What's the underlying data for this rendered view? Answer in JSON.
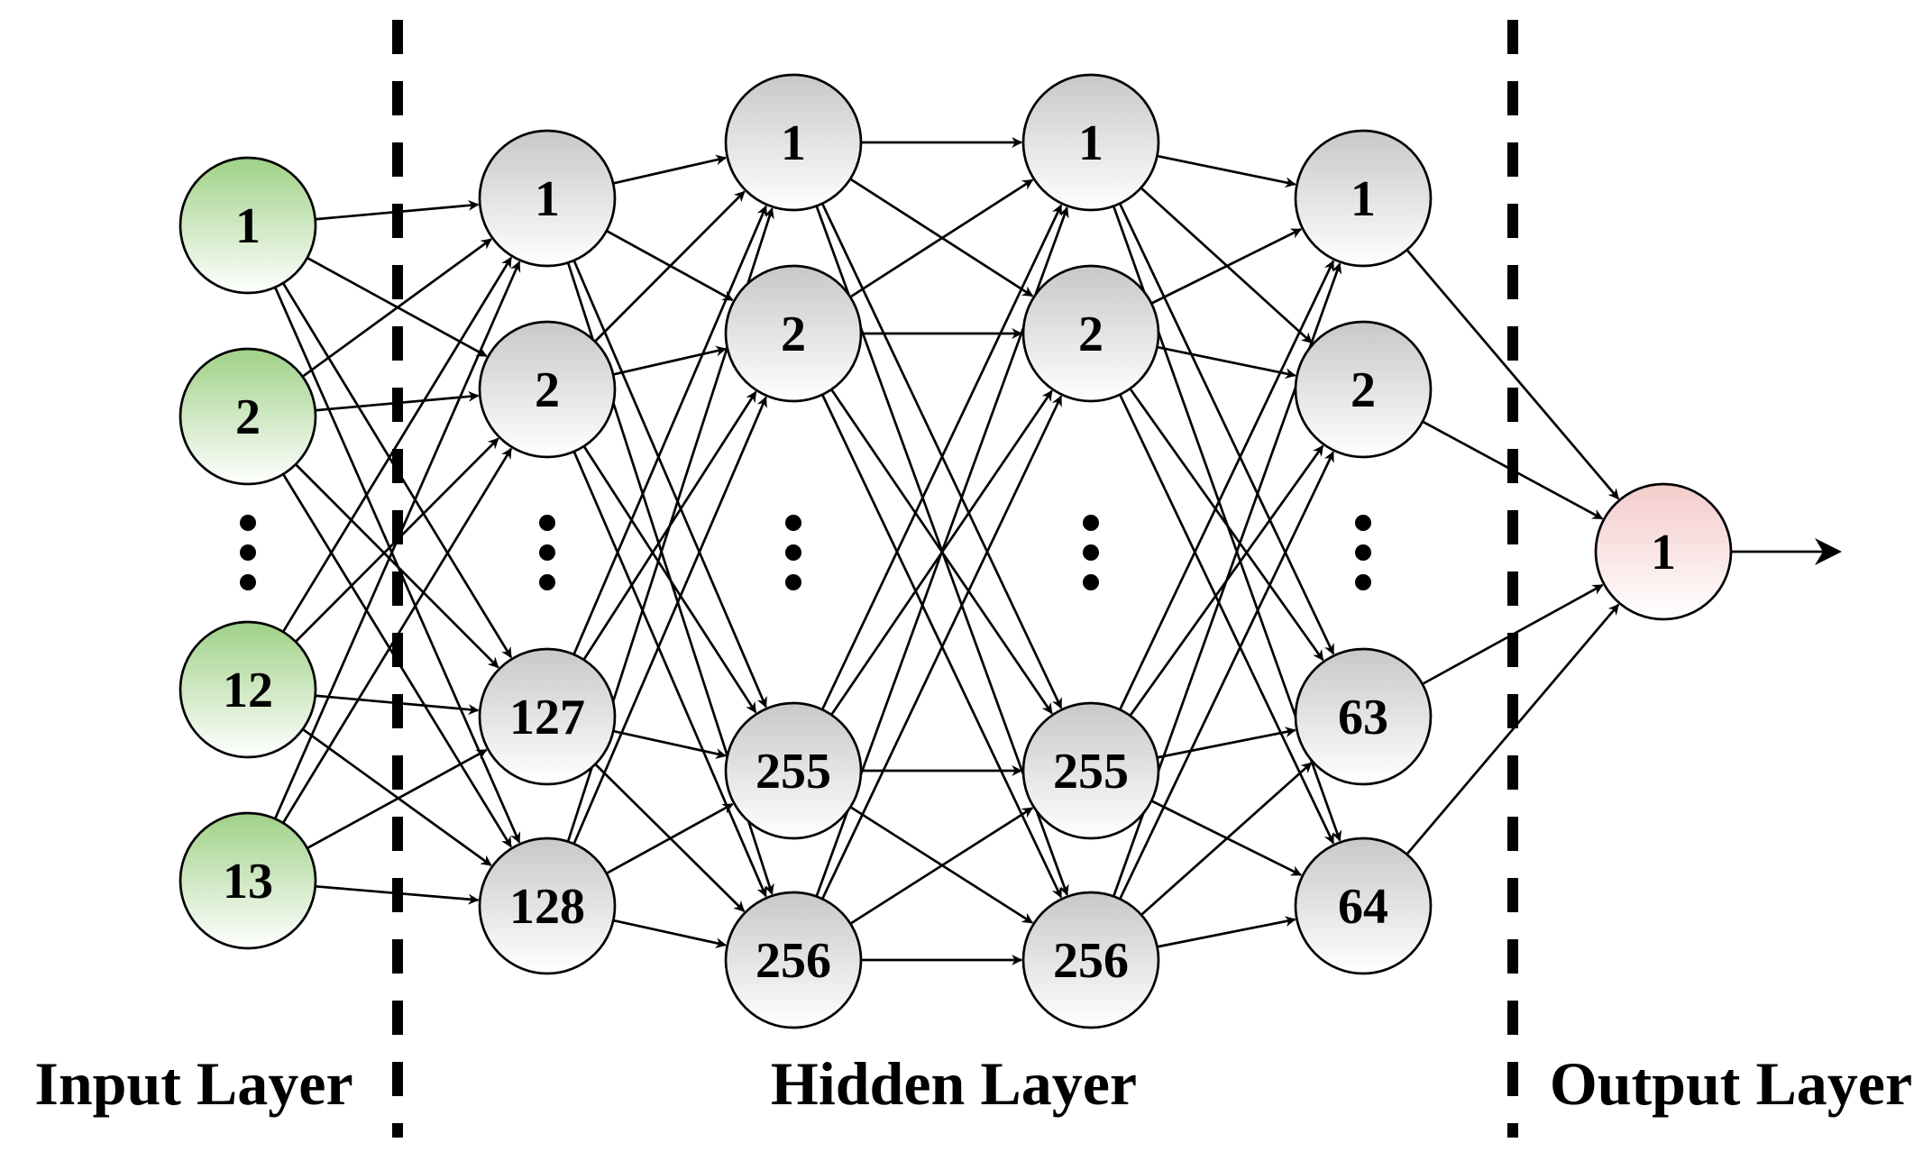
{
  "layers": [
    {
      "id": "input",
      "color": "green",
      "nodes": [
        "1",
        "2",
        "12",
        "13"
      ]
    },
    {
      "id": "h1",
      "color": "gray",
      "nodes": [
        "1",
        "2",
        "127",
        "128"
      ]
    },
    {
      "id": "h2",
      "color": "gray",
      "nodes": [
        "1",
        "2",
        "255",
        "256"
      ]
    },
    {
      "id": "h3",
      "color": "gray",
      "nodes": [
        "1",
        "2",
        "255",
        "256"
      ]
    },
    {
      "id": "h4",
      "color": "gray",
      "nodes": [
        "1",
        "2",
        "63",
        "64"
      ]
    },
    {
      "id": "output",
      "color": "pink",
      "nodes": [
        "1"
      ]
    }
  ],
  "labels": {
    "input": "Input Layer",
    "hidden": "Hidden Layer",
    "output": "Output Layer"
  },
  "colors": {
    "green_top": "#9fd187",
    "green_bottom": "#ffffff",
    "gray_top": "#c8c8c8",
    "gray_bottom": "#ffffff",
    "pink_top": "#f4caca",
    "pink_bottom": "#ffffff",
    "edge": "#000000"
  },
  "connectivity": "fully-connected"
}
